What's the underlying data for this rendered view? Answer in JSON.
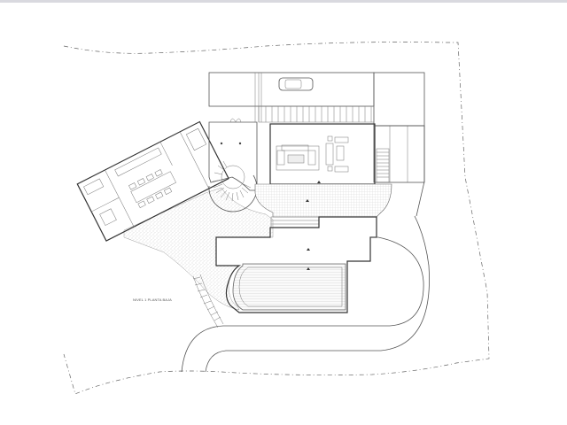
{
  "drawing": {
    "title": "NIVEL 1 PLANTA BAJA",
    "type": "architectural floor plan",
    "elements": {
      "property_boundary": "dashed-boundary-line",
      "house": "main-house",
      "garage": "garage-with-car",
      "kitchen_wing": "angled-kitchen-dining-wing",
      "spiral_staircase": "spiral-staircase",
      "living_room": "living-room-with-sofas",
      "terrace": "tiled-terrace",
      "pool": "swimming-pool",
      "driveway": "curved-driveway",
      "garden": "gravel-garden",
      "curved_stairs": "curved-outdoor-stairs"
    }
  },
  "colors": {
    "line": "#555555",
    "background": "#ffffff",
    "topbar": "#d9d9df"
  }
}
